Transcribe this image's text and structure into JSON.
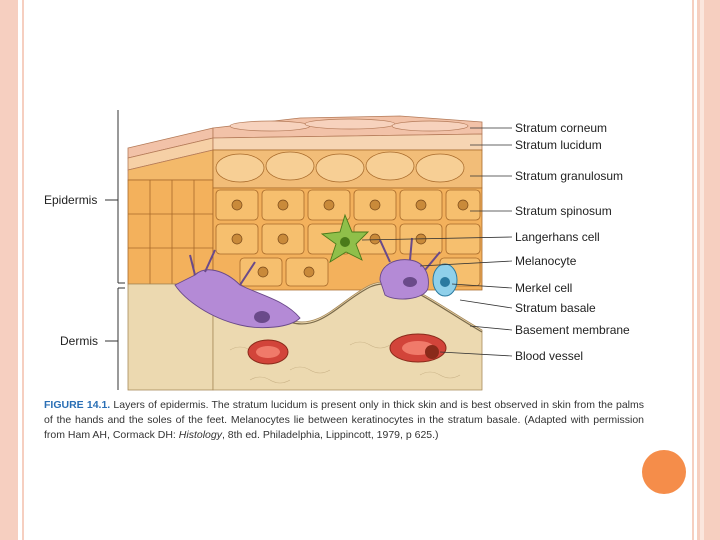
{
  "regions": {
    "epidermis": "Epidermis",
    "dermis": "Dermis"
  },
  "layers": [
    "Stratum corneum",
    "Stratum lucidum",
    "Stratum granulosum",
    "Stratum spinosum",
    "Langerhans cell",
    "Melanocyte",
    "Merkel cell",
    "Stratum basale",
    "Basement membrane",
    "Blood vessel"
  ],
  "caption": {
    "figure": "FIGURE 14.1.",
    "text_before": " Layers of epidermis. The stratum lucidum is present only in thick skin and is best observed in skin from the palms of the hands and the soles of the feet. Melanocytes lie between keratinocytes in the stratum basale. (Adapted with permission from Ham AH, Cormack DH: ",
    "book": "Histology",
    "text_after": ", 8th ed. Philadelphia, Lippincott, 1979, p 625.)"
  },
  "colors": {
    "frame": "#f6cfc0",
    "accent_dot": "#f58d4a",
    "epidermis_cell": "#f3b15c",
    "dermis": "#ecd9b0",
    "melanocyte": "#b48ad6",
    "langerhans": "#8fbf4a",
    "merkel": "#8fd0ea",
    "vessel": "#d2443a"
  }
}
